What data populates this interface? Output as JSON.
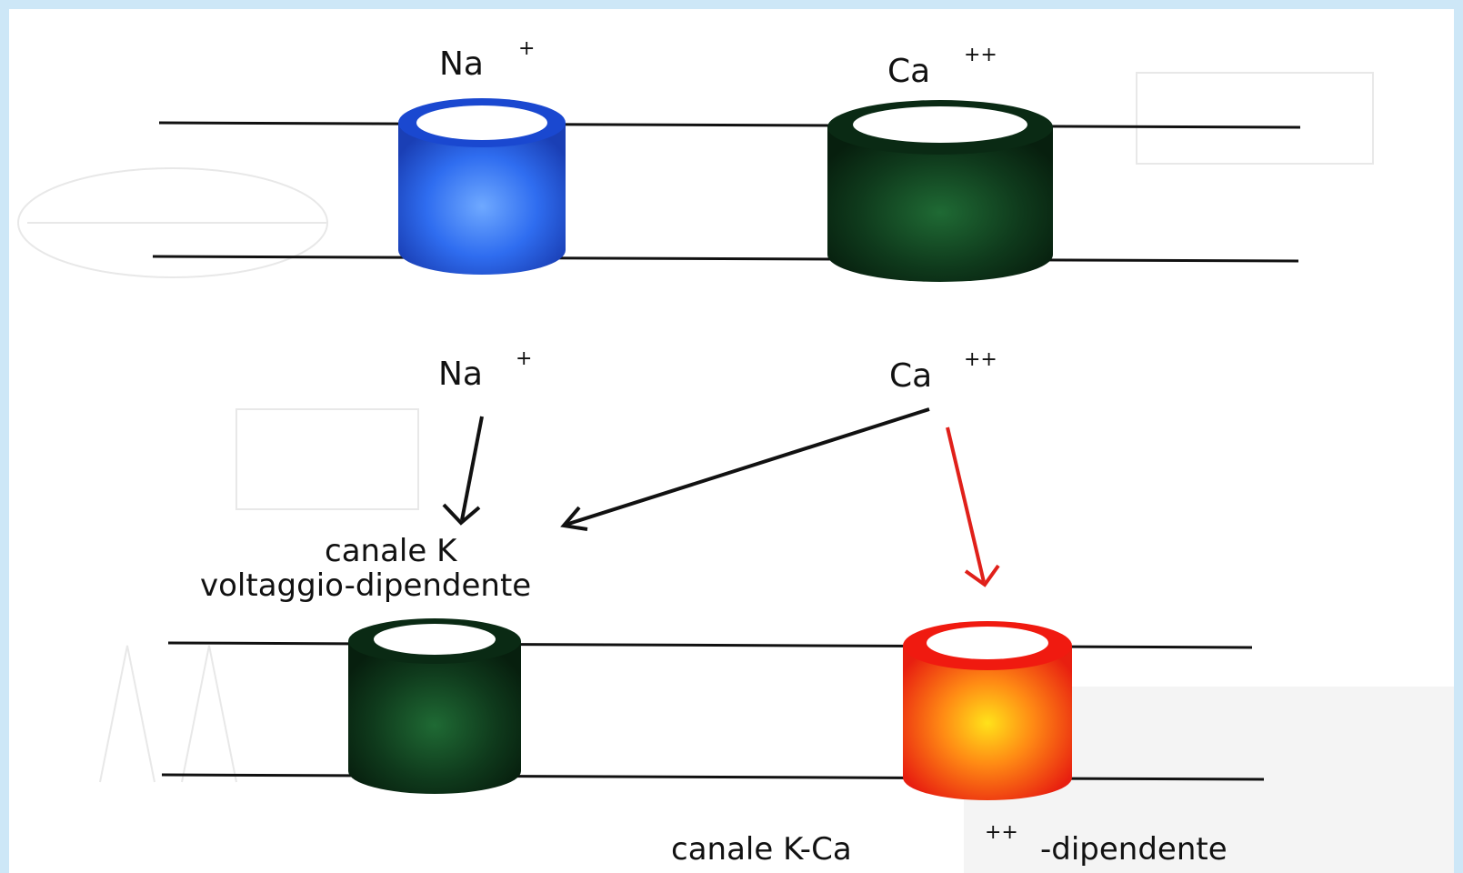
{
  "ions": {
    "na_symbol": "Na",
    "na_charge": "+",
    "ca_symbol": "Ca",
    "ca_charge": "++"
  },
  "labels": {
    "k_channel_line1": "canale K",
    "k_channel_line2": "voltaggio-dipendente",
    "kca_channel_prefix": "canale K-Ca",
    "kca_channel_charge": "++",
    "kca_channel_suffix": "-dipendente"
  },
  "colors": {
    "na_channel": "#2f6df0",
    "ca_channel": "#0f3a1c",
    "k_channel": "#0f3a1c",
    "kca_channel": "#f24a12",
    "arrow_black": "#111111",
    "arrow_red": "#e0201a"
  }
}
